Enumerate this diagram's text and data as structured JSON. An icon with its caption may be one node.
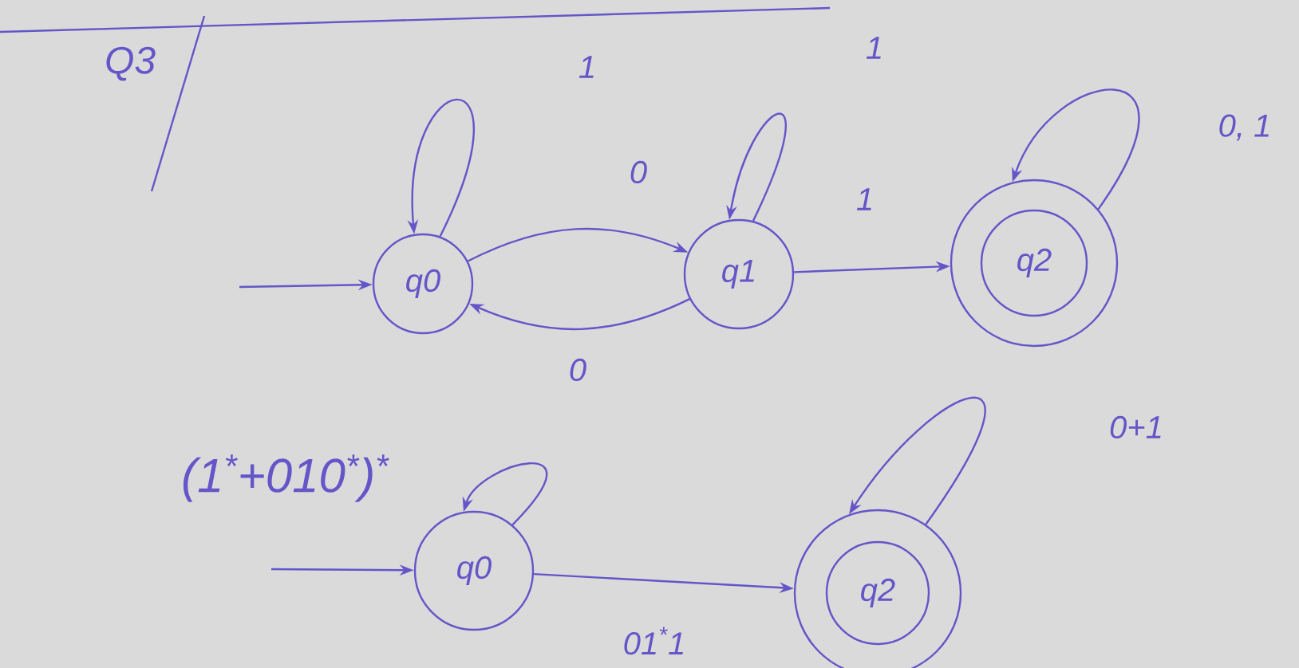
{
  "diagram": {
    "nodes": [
      {
        "text": [
          "q0"
        ]
      },
      {
        "text": [
          "q1"
        ]
      },
      {
        "text": [],
        "shape": "circle"
      },
      {
        "text": [
          "q2"
        ],
        "in": 2
      },
      {
        "text": [
          "q0"
        ]
      },
      {
        "text": [],
        "shape": "circle"
      },
      {
        "text": [
          "q2"
        ],
        "in": 5
      }
    ],
    "edges": [
      {
        "from": null,
        "to": 0,
        "arrow": "to"
      },
      {
        "from": 0,
        "to": 0,
        "arrow": "to",
        "label": "1"
      },
      {
        "from": 0,
        "to": 1,
        "arrow": "to",
        "label": "0"
      },
      {
        "from": 1,
        "to": 0,
        "arrow": "to",
        "label": "0"
      },
      {
        "from": 1,
        "to": 1,
        "arrow": "to",
        "label": "1"
      },
      {
        "from": 1,
        "to": 3,
        "arrow": "to",
        "label": "1"
      },
      {
        "from": 3,
        "to": 3,
        "arrow": "to",
        "label": "0, 1"
      },
      {
        "from": null,
        "to": 4,
        "arrow": "to"
      },
      {
        "from": 4,
        "to": 4,
        "arrow": "to"
      },
      {
        "from": 4,
        "to": 6,
        "arrow": "to",
        "label": "01$^{*}$1"
      },
      {
        "from": 6,
        "to": 6,
        "arrow": "to",
        "label": "0+1"
      }
    ],
    "labels": [
      "Q3",
      "(1$^{*}$+010$^{*}$)$^{*}$"
    ]
  }
}
